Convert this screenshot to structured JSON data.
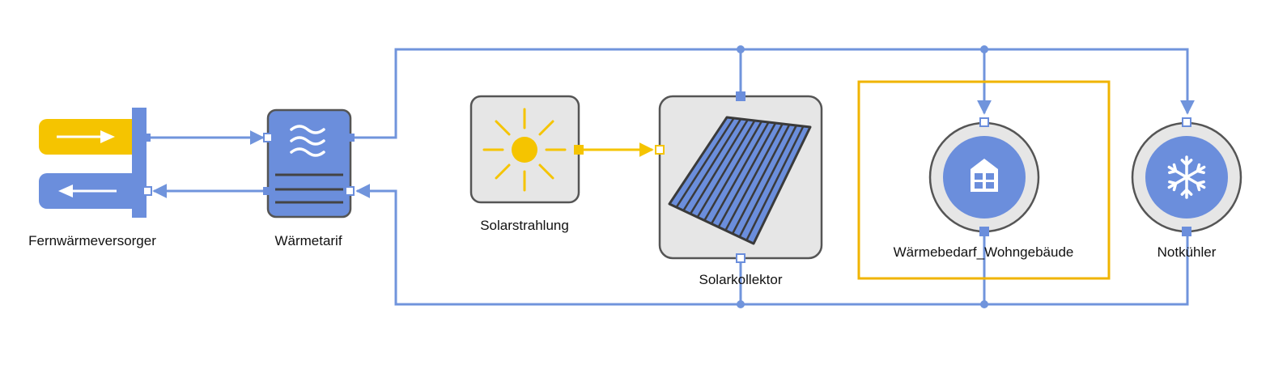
{
  "colors": {
    "pipe": "#7094DC",
    "block_blue": "#6B8EDC",
    "block_stroke": "#555555",
    "solar": "#F5C400",
    "panel_fill": "#E6E6E6",
    "selection": "#F0B400",
    "port_fill": "#FFFFFF"
  },
  "nodes": {
    "fernwaerme": {
      "label": "Fernwärmeversorger",
      "icon": "district-heating-supply-icon"
    },
    "tarif": {
      "label": "Wärmetarif",
      "icon": "heat-tariff-icon"
    },
    "solarstrahlung": {
      "label": "Solarstrahlung",
      "icon": "sun-icon"
    },
    "solarkollektor": {
      "label": "Solarkollektor",
      "icon": "solar-collector-icon"
    },
    "waermebedarf": {
      "label": "Wärmebedarf_Wohngebäude",
      "icon": "building-icon",
      "selected": true
    },
    "notkuehler": {
      "label": "Notkühler",
      "icon": "snowflake-icon"
    }
  }
}
